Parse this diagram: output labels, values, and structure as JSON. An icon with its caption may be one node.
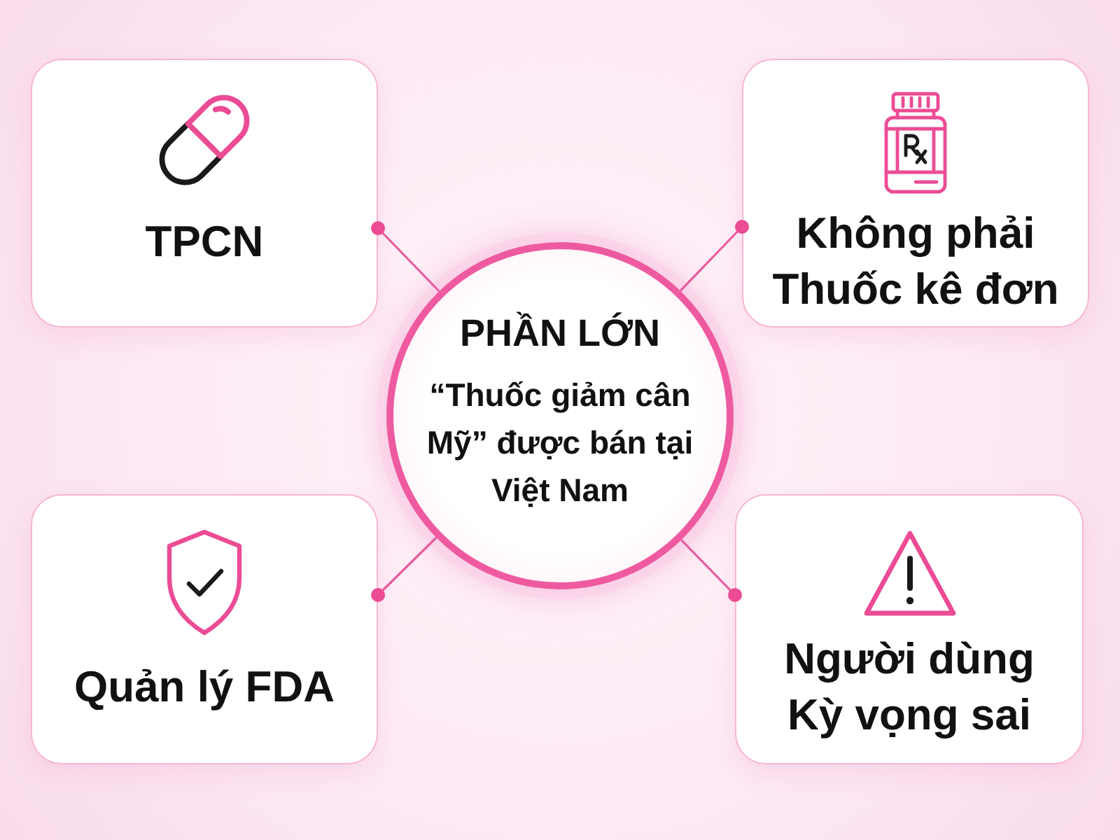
{
  "diagram": {
    "nodes": [
      {
        "text": [
          "TPCN"
        ]
      },
      {
        "text": [
          "Không phải Thuốc kê đơn"
        ]
      },
      {
        "text": [
          "PHẦN LỚN",
          "“Thuốc giảm cân Mỹ” được bán tại Việt Nam"
        ]
      },
      {
        "text": [
          "Quản lý FDA"
        ]
      },
      {
        "text": [
          "Người dùng Kỳ vọng sai"
        ]
      }
    ],
    "edges": [
      {
        "from": 2,
        "to": 0,
        "arrow": "other"
      },
      {
        "from": 2,
        "to": 1,
        "arrow": "other"
      },
      {
        "from": 2,
        "to": 3,
        "arrow": "other"
      },
      {
        "from": 2,
        "to": 4,
        "arrow": "other"
      }
    ]
  }
}
